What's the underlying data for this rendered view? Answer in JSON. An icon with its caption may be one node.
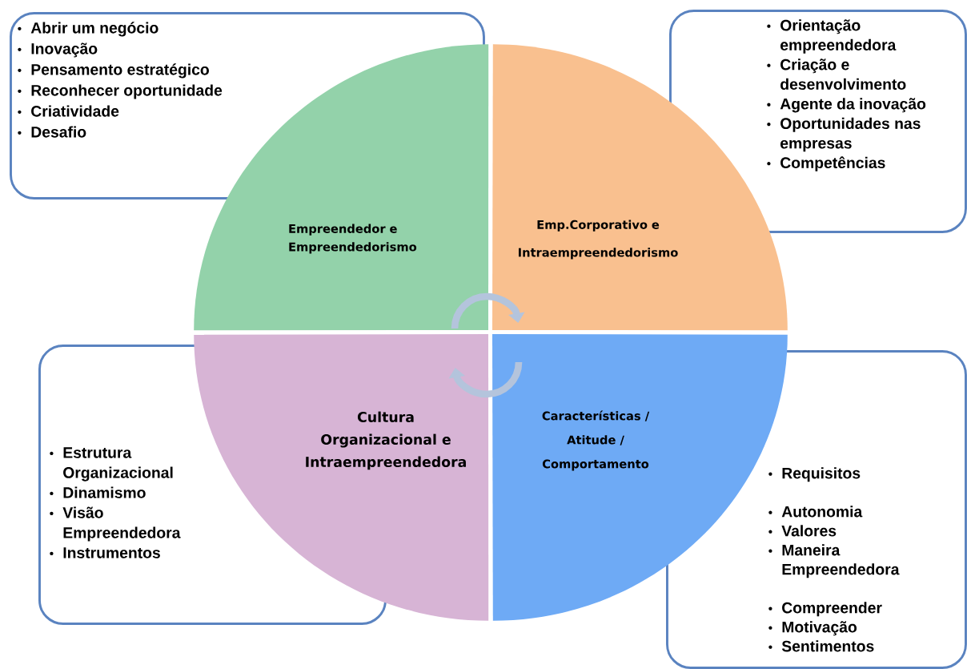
{
  "diagram": {
    "nodes": [
      {
        "text": [
          "Abrir um negócio",
          "Inovação",
          "Pensamento estratégico",
          "Reconhecer oportunidade",
          "Criatividade",
          "Desafio"
        ]
      },
      {
        "text": [
          "Empreendedor e Empreendedorismo"
        ]
      },
      {
        "text": [
          "Emp.Corporativo e Intraempreendedorismo"
        ]
      },
      {
        "text": [
          "Orientação empreendedora",
          "Criação e desenvolvimento",
          "Agente da inovação",
          "Oportunidades nas empresas",
          "Competências"
        ]
      },
      {
        "text": [
          "Estrutura Organizacional",
          "Dinamismo",
          "Visão  Empreendedora",
          "Instrumentos"
        ]
      },
      {
        "text": [
          "Cultura Organizacional e Intraempreendedora"
        ]
      },
      {
        "text": [
          "Características / Atitude / Comportamento"
        ]
      },
      {
        "text": [
          "Requisitos",
          "Autonomia",
          "Valores",
          "Maneira Empreendedora",
          "Compreender",
          "Motivação",
          "Sentimentos"
        ]
      }
    ],
    "edges": [
      {
        "from": 1,
        "to": 2,
        "arrow": "to"
      },
      {
        "from": 6,
        "to": 5,
        "arrow": "to"
      }
    ]
  }
}
